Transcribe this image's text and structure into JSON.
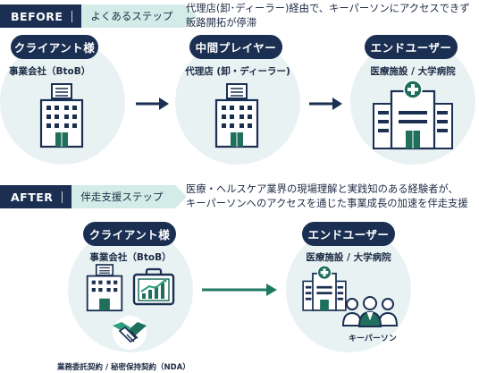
{
  "before": {
    "tag": "BEFORE",
    "label": "よくあるステップ",
    "desc_line1": "代理店(卸･ディーラー)経由で、キーパーソンにアクセスできず",
    "desc_line2": "販路開拓が停滞",
    "nodes": [
      {
        "title": "クライアント様",
        "sub": "事業会社（BtoB）"
      },
      {
        "title": "中間プレイヤー",
        "sub": "代理店 (卸・ディーラー)"
      },
      {
        "title": "エンドユーザー",
        "sub": "医療施設 / 大学病院"
      }
    ]
  },
  "after": {
    "tag": "AFTER",
    "label": "伴走支援ステップ",
    "desc_line1": "医療・ヘルスケア業界の現場理解と実践知のある経験者が、",
    "desc_line2": "キーパーソンへのアクセスを通じた事業成長の加速を伴走支援",
    "client": {
      "title": "クライアント様",
      "sub": "事業会社（BtoB）",
      "contract": "業務委託契約 / 秘密保持契約（NDA）"
    },
    "end": {
      "title": "エンドユーザー",
      "sub": "医療施設 / 大学病院",
      "keyperson": "キーパーソン"
    }
  },
  "colors": {
    "navy": "#1a2f52",
    "teal_light": "#d3ece7",
    "circle": "#e8f2f2",
    "green": "#1f6f5c",
    "cross": "#2e9e7e"
  },
  "icons": [
    "office-building-icon",
    "hospital-icon",
    "arrow-right-icon",
    "briefcase-chart-icon",
    "handshake-icon",
    "people-icon"
  ]
}
